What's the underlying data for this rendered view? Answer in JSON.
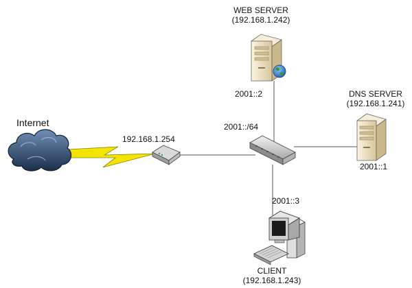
{
  "nodes": {
    "internet": {
      "label": "Internet"
    },
    "router": {
      "address": "192.168.1.254"
    },
    "switch": {
      "network": "2001::/64"
    },
    "web_server": {
      "name": "WEB SERVER",
      "ipv4": "(192.168.1.242)",
      "ipv6": "2001::2"
    },
    "dns_server": {
      "name": "DNS SERVER",
      "ipv4": "(192.168.1.241)",
      "ipv6": "2001::1"
    },
    "client": {
      "name": "CLIENT",
      "ipv4": "(192.168.1.243)",
      "ipv6": "2001::3"
    }
  },
  "colors": {
    "link": "#555555",
    "cloud": "#2c4a6e",
    "lightning": "#f2e600",
    "server_body": "#efe3c4",
    "device_body": "#dcdcdc",
    "globe": "#2a73c9"
  }
}
